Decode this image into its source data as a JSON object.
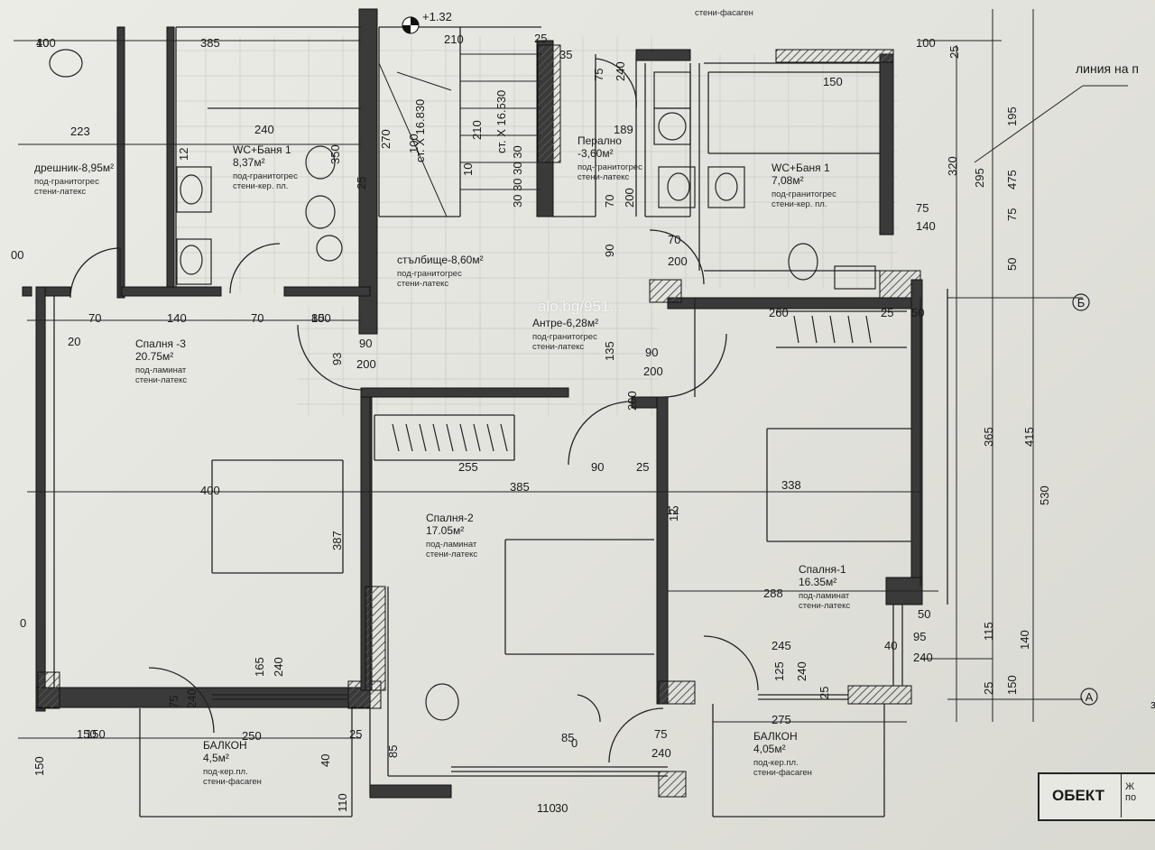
{
  "rooms": [
    {
      "name": "дрешник-8,95м²",
      "floor": "под-гранитогрес",
      "walls": "стени-латекс"
    },
    {
      "name": "WC+Баня 1",
      "area": "8,37м²",
      "floor": "под-гранитогрес",
      "walls": "стени-кер. пл."
    },
    {
      "name": "стълбище-8,60м²",
      "floor": "под-гранитогрес",
      "walls": "стени-латекс"
    },
    {
      "name": "Перално",
      "area": "-3,60м²",
      "floor": "под-гранитогрес",
      "walls": "стени-латекс"
    },
    {
      "name": "WC+Баня 1",
      "area": "7,08м²",
      "floor": "под-гранитогрес",
      "walls": "стени-кер. пл."
    },
    {
      "name": "Антре-6,28м²",
      "floor": "под-гранитогрес",
      "walls": "стени-латекс"
    },
    {
      "name": "Спалня -3",
      "area": "20.75м²",
      "floor": "под-ламинат",
      "walls": "стени-латекс"
    },
    {
      "name": "Спалня-2",
      "area": "17.05м²",
      "floor": "под-ламинат",
      "walls": "стени-латекс"
    },
    {
      "name": "Спалня-1",
      "area": "16.35м²",
      "floor": "под-ламинат",
      "walls": "стени-латекс"
    },
    {
      "name": "БАЛКОН",
      "area": "4,5м²",
      "floor": "под-кер.пл.",
      "walls": "стени-фасаген"
    },
    {
      "name": "БАЛКОН",
      "area": "4,05м²",
      "floor": "под-кер.пл.",
      "walls": "стени-фасаген"
    }
  ],
  "dims_h": [
    "40",
    "385",
    "210",
    "25",
    "35",
    "100",
    "223",
    "240",
    "189",
    "150",
    "75",
    "140",
    "70",
    "200",
    "00",
    "70",
    "140",
    "70",
    "100",
    "260",
    "25",
    "50",
    "90",
    "200",
    "20",
    "90",
    "200",
    "255",
    "90",
    "25",
    "400",
    "385",
    "338",
    "12",
    "288",
    "50",
    "245",
    "40",
    "95",
    "240",
    "250",
    "25",
    "150",
    "275",
    "75",
    "240",
    "150",
    "85",
    "30",
    "110",
    "85",
    "100"
  ],
  "dims_v": [
    "12",
    "350",
    "270",
    "25",
    "100",
    "10",
    "210",
    "75",
    "240",
    "70",
    "200",
    "320",
    "195",
    "475",
    "295",
    "75",
    "50",
    "25",
    "93",
    "135",
    "90",
    "200",
    "365",
    "415",
    "530",
    "387",
    "12",
    "165",
    "240",
    "75",
    "240",
    "125",
    "240",
    "25",
    "115",
    "140",
    "25",
    "150",
    "150",
    "40",
    "110",
    "85",
    "0",
    "0"
  ],
  "labels": {
    "elevation": "+1.32",
    "stair1": "ст. Х 16.830",
    "stair2": "ст. Х 16.530",
    "steps": "30 30 30 30",
    "axis_b": "Б",
    "axis_a": "А",
    "line_label": "линия на п",
    "watermark": "alo.bg/951...",
    "object": "ОБЕКТ",
    "obj_r1": "Ж",
    "obj_r2": "по",
    "z": "з",
    "faint_top": "стени-фасаген"
  }
}
